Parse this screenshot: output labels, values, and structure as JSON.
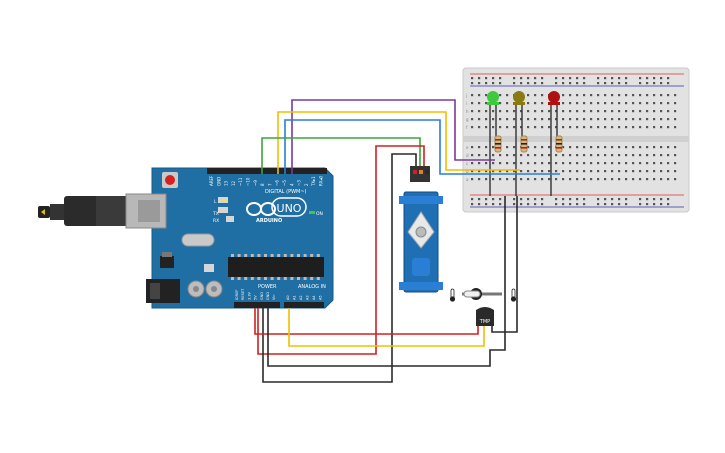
{
  "arduino": {
    "logo_text": "UNO",
    "brand_text": "ARDUINO",
    "digital_label": "DIGITAL (PWM~)",
    "analog_label": "ANALOG IN",
    "power_label": "POWER",
    "on_label": "ON",
    "led_l_label": "L",
    "tx_label": "TX",
    "rx_label": "RX",
    "digital_pins": [
      "AREF",
      "GND",
      "13",
      "12",
      "~11",
      "~10",
      "~9",
      "8",
      "7",
      "~6",
      "~5",
      "4",
      "~3",
      "2",
      "TX▸1",
      "RX◂0"
    ],
    "power_pins": [
      "IOREF",
      "RESET",
      "3.3V",
      "5V",
      "GND",
      "GND",
      "Vin"
    ],
    "analog_pins": [
      "A0",
      "A1",
      "A2",
      "A3",
      "A4",
      "A5"
    ]
  },
  "sensor": {
    "label": "TMP",
    "icon_left": "thermometer-icon",
    "icon_right": "thermometer-icon"
  },
  "breadboard": {
    "row_letters_top": [
      "j",
      "i",
      "h",
      "g",
      "f"
    ],
    "row_letters_bottom": [
      "e",
      "d",
      "c",
      "b",
      "a"
    ],
    "leds": [
      {
        "color": "#3ec93e",
        "name": "green"
      },
      {
        "color": "#8a7a10",
        "name": "yellow"
      },
      {
        "color": "#b01010",
        "name": "red"
      }
    ]
  },
  "colors": {
    "board": "#1f6fa4",
    "wire_red": "#d42020",
    "wire_black": "#2a2a2a",
    "wire_yellow": "#f0c000",
    "wire_green": "#3aa63a",
    "wire_blue": "#2a7fd4",
    "wire_purple": "#7a3a9a",
    "wire_orange": "#e58020",
    "servo": "#1f6fb4"
  }
}
